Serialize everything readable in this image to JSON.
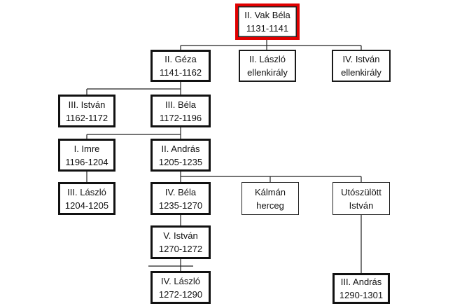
{
  "colors": {
    "highlight_border": "#e00000",
    "line": "#222222",
    "box_border": "#111111",
    "background": "#ffffff"
  },
  "nodes": {
    "vak_bela": {
      "name": "II. Vak Béla",
      "years": "1131-1141"
    },
    "geza": {
      "name": "II. Géza",
      "years": "1141-1162"
    },
    "laszlo_ellen": {
      "name": "II. László",
      "years": "ellenkirály"
    },
    "istvan_ellen": {
      "name": "IV. István",
      "years": "ellenkirály"
    },
    "istvan_iii": {
      "name": "III. István",
      "years": "1162-1172"
    },
    "bela_iii": {
      "name": "III. Béla",
      "years": "1172-1196"
    },
    "imre": {
      "name": "I. Imre",
      "years": "1196-1204"
    },
    "andras_ii": {
      "name": "II. András",
      "years": "1205-1235"
    },
    "laszlo_iii": {
      "name": "III. László",
      "years": "1204-1205"
    },
    "bela_iv": {
      "name": "IV. Béla",
      "years": "1235-1270"
    },
    "kalman": {
      "name": "Kálmán",
      "years": "herceg"
    },
    "utoszulott": {
      "name": "Utószülött",
      "years": "István"
    },
    "istvan_v": {
      "name": "V. István",
      "years": "1270-1272"
    },
    "laszlo_iv": {
      "name": "IV. László",
      "years": "1272-1290"
    },
    "andras_iii": {
      "name": "III. András",
      "years": "1290-1301"
    }
  }
}
